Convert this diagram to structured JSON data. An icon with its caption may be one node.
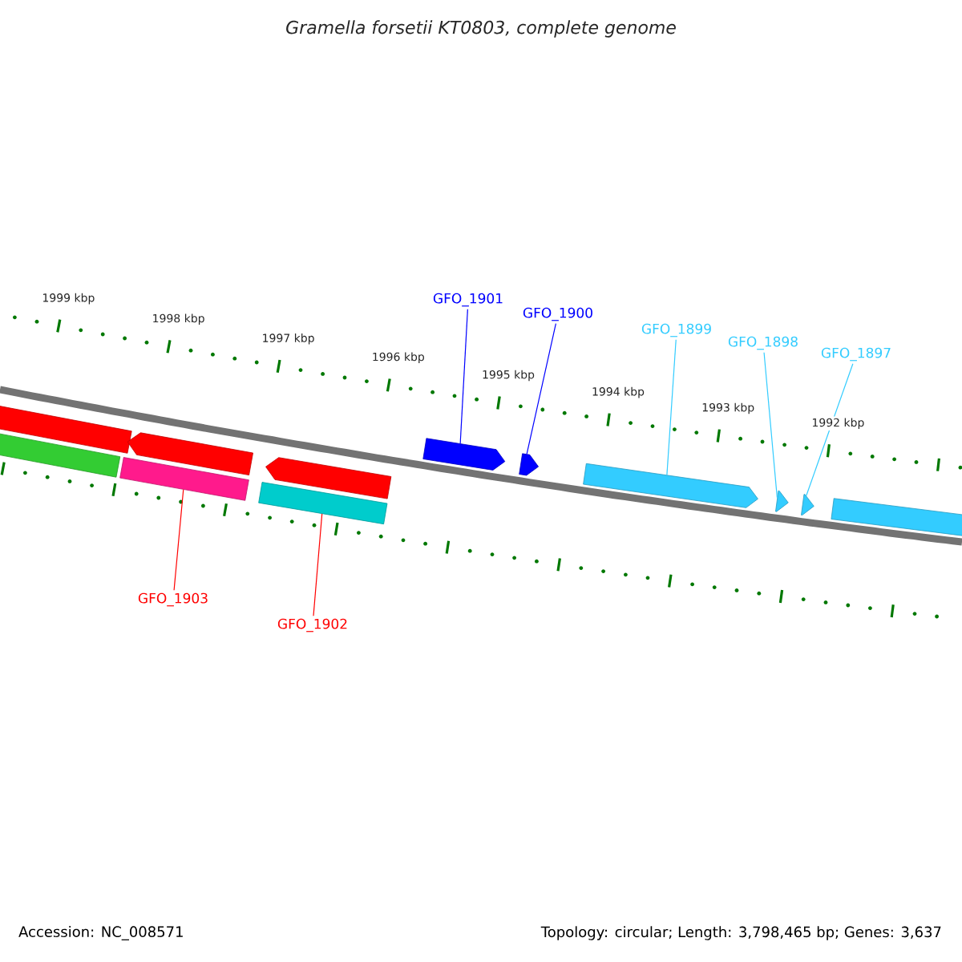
{
  "diagram": {
    "title": "Gramella forsetii KT0803, complete genome",
    "nodes": [
      {
        "text": [
          "GFO_1901"
        ]
      },
      {
        "text": [
          "GFO_1900"
        ]
      },
      {
        "text": [
          "GFO_1899"
        ]
      },
      {
        "text": [
          "GFO_1898"
        ]
      },
      {
        "text": [
          "GFO_1897"
        ]
      },
      {
        "text": [],
        "shape": "bar"
      },
      {
        "text": [],
        "shape": "bar"
      },
      {
        "text": [],
        "shape": "arrow"
      },
      {
        "text": [],
        "shape": "bar"
      },
      {
        "text": [],
        "shape": "arrow"
      },
      {
        "text": [],
        "shape": "bar"
      },
      {
        "text": [],
        "shape": "arrow"
      },
      {
        "text": [],
        "shape": "arrow"
      },
      {
        "text": [],
        "shape": "arrow"
      },
      {
        "text": [],
        "shape": "arrow"
      },
      {
        "text": [],
        "shape": "arrow"
      },
      {
        "text": [],
        "shape": "bar"
      },
      {
        "text": [
          "GFO_1903"
        ]
      },
      {
        "text": [
          "GFO_1902"
        ]
      }
    ],
    "edges": [
      {
        "from": 0,
        "to": 11,
        "arrow": "none",
        "color": "#0000ff"
      },
      {
        "from": 1,
        "to": 12,
        "arrow": "none",
        "color": "#0000ff"
      },
      {
        "from": 2,
        "to": 13,
        "arrow": "none"
      },
      {
        "from": 3,
        "to": 14,
        "arrow": "none"
      },
      {
        "from": 4,
        "to": 15,
        "arrow": "none"
      },
      {
        "from": 17,
        "to": 8,
        "arrow": "none",
        "color": "#ff0000"
      },
      {
        "from": 18,
        "to": 10,
        "arrow": "none",
        "color": "#ff0000"
      }
    ],
    "labels": [
      "1999 kbp",
      "1998 kbp",
      "1997 kbp",
      "1996 kbp",
      "1995 kbp",
      "1994 kbp",
      "1993 kbp",
      "1992 kbp",
      "Accession: NC_008571",
      "Topology: circular; Length: 3,798,465 bp; Genes: 3,637"
    ]
  }
}
